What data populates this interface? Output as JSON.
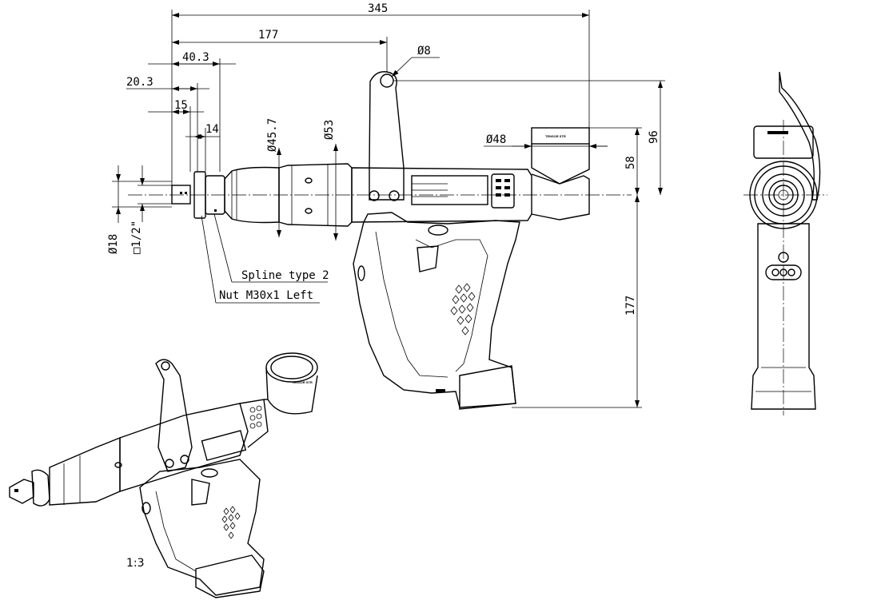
{
  "dimensions": {
    "overall_length": "345",
    "hanger_position": "177",
    "square_to_nut": "40.3",
    "square_length": "20.3",
    "d15": "15",
    "d14": "14",
    "hanger_hole": "Ø8",
    "spline_dia": "Ø45.7",
    "body_dia": "Ø53",
    "port_dia": "Ø48",
    "height_96": "96",
    "height_58": "58",
    "height_177": "177",
    "square_dia": "Ø18",
    "square_drive": "□1/2\""
  },
  "callouts": {
    "spline": "Spline type 2",
    "nut": "Nut M30x1 Left"
  },
  "labels": {
    "brand_plate": "TENSOR STR",
    "scale": "1:3"
  }
}
